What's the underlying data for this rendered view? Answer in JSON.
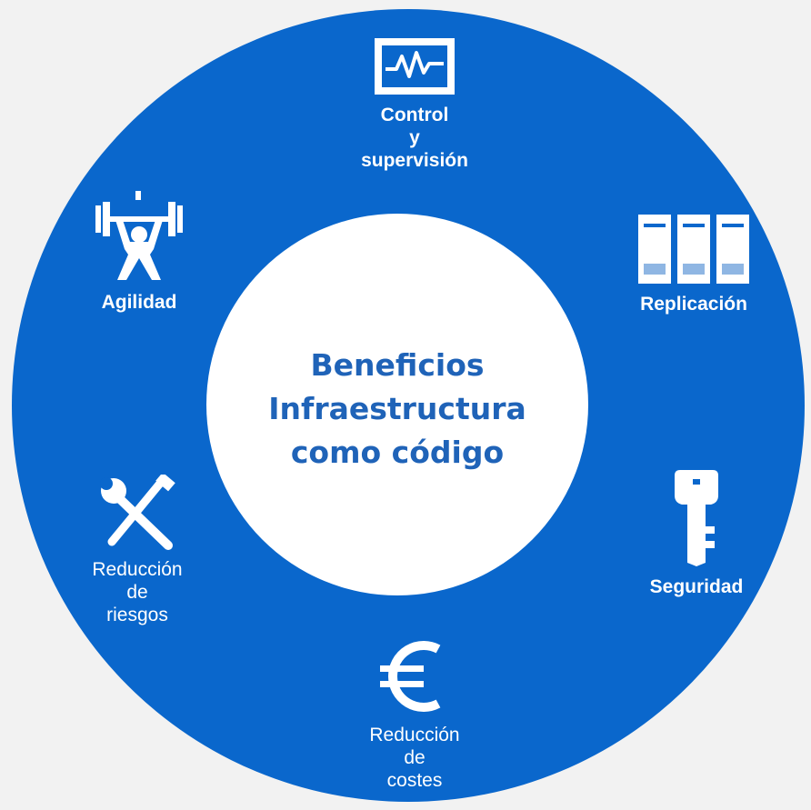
{
  "center": {
    "title_lines": [
      "Beneficios",
      "Infraestructura",
      "como código"
    ]
  },
  "segments": [
    {
      "id": "control",
      "icon": "monitor-waveform-icon",
      "label_lines": [
        "Control",
        "y",
        "supervisión"
      ]
    },
    {
      "id": "replicacion",
      "icon": "server-racks-icon",
      "label_lines": [
        "Replicación"
      ]
    },
    {
      "id": "seguridad",
      "icon": "key-icon",
      "label_lines": [
        "Seguridad"
      ]
    },
    {
      "id": "costes",
      "icon": "euro-icon",
      "label_lines": [
        "Reducción",
        "de",
        "costes"
      ]
    },
    {
      "id": "riesgos",
      "icon": "wrench-screwdriver-icon",
      "label_lines": [
        "Reducción",
        "de",
        "riesgos"
      ]
    },
    {
      "id": "agilidad",
      "icon": "weightlifter-icon",
      "label_lines": [
        "Agilidad"
      ]
    }
  ],
  "colors": {
    "ring": "#0a67cc",
    "center": "#ffffff",
    "title": "#1f63b8",
    "background": "#f2f2f2"
  }
}
